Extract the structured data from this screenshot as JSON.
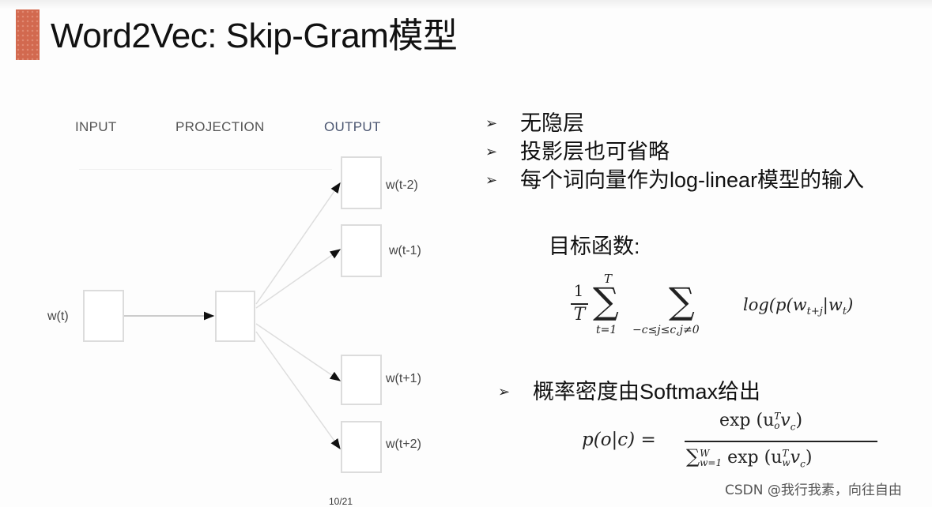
{
  "slide": {
    "title": "Word2Vec: Skip-Gram模型",
    "accent_color": "#d2694f"
  },
  "diagram": {
    "headers": {
      "input": "INPUT",
      "projection": "PROJECTION",
      "output": "OUTPUT"
    },
    "input_word": "w(t)",
    "output_words": [
      "w(t-2)",
      "w(t-1)",
      "w(t+1)",
      "w(t+2)"
    ]
  },
  "bullets": [
    "无隐层",
    "投影层也可省略",
    "每个词向量作为log-linear模型的输入"
  ],
  "bullet_glyph": "➢",
  "objective": {
    "label": "目标函数:",
    "fraction_num": "1",
    "fraction_den": "T",
    "sum1_upper": "T",
    "sum1_lower": "t=1",
    "sum2_lower": "−c≤j≤c,j≠0",
    "body": "log(p(w",
    "body_sub": "t+j",
    "body_mid": "|w",
    "body_sub2": "t",
    "body_end": ")"
  },
  "softmax": {
    "label": "概率密度由Softmax给出",
    "lhs": "p(o|c) =",
    "numerator": "exp (u",
    "num_sup": "T",
    "num_sub": "o",
    "num_tail": "v",
    "num_tail_sub": "c",
    "num_close": ")",
    "den_sum": "∑",
    "den_sup": "W",
    "den_sub": "w=1",
    "den_body": "exp (u",
    "den_sup2": "T",
    "den_sub2": "w",
    "den_tail": "v",
    "den_tail_sub": "c",
    "den_close": ")"
  },
  "page_number": "10/21",
  "watermark": "CSDN @我行我素，向往自由"
}
